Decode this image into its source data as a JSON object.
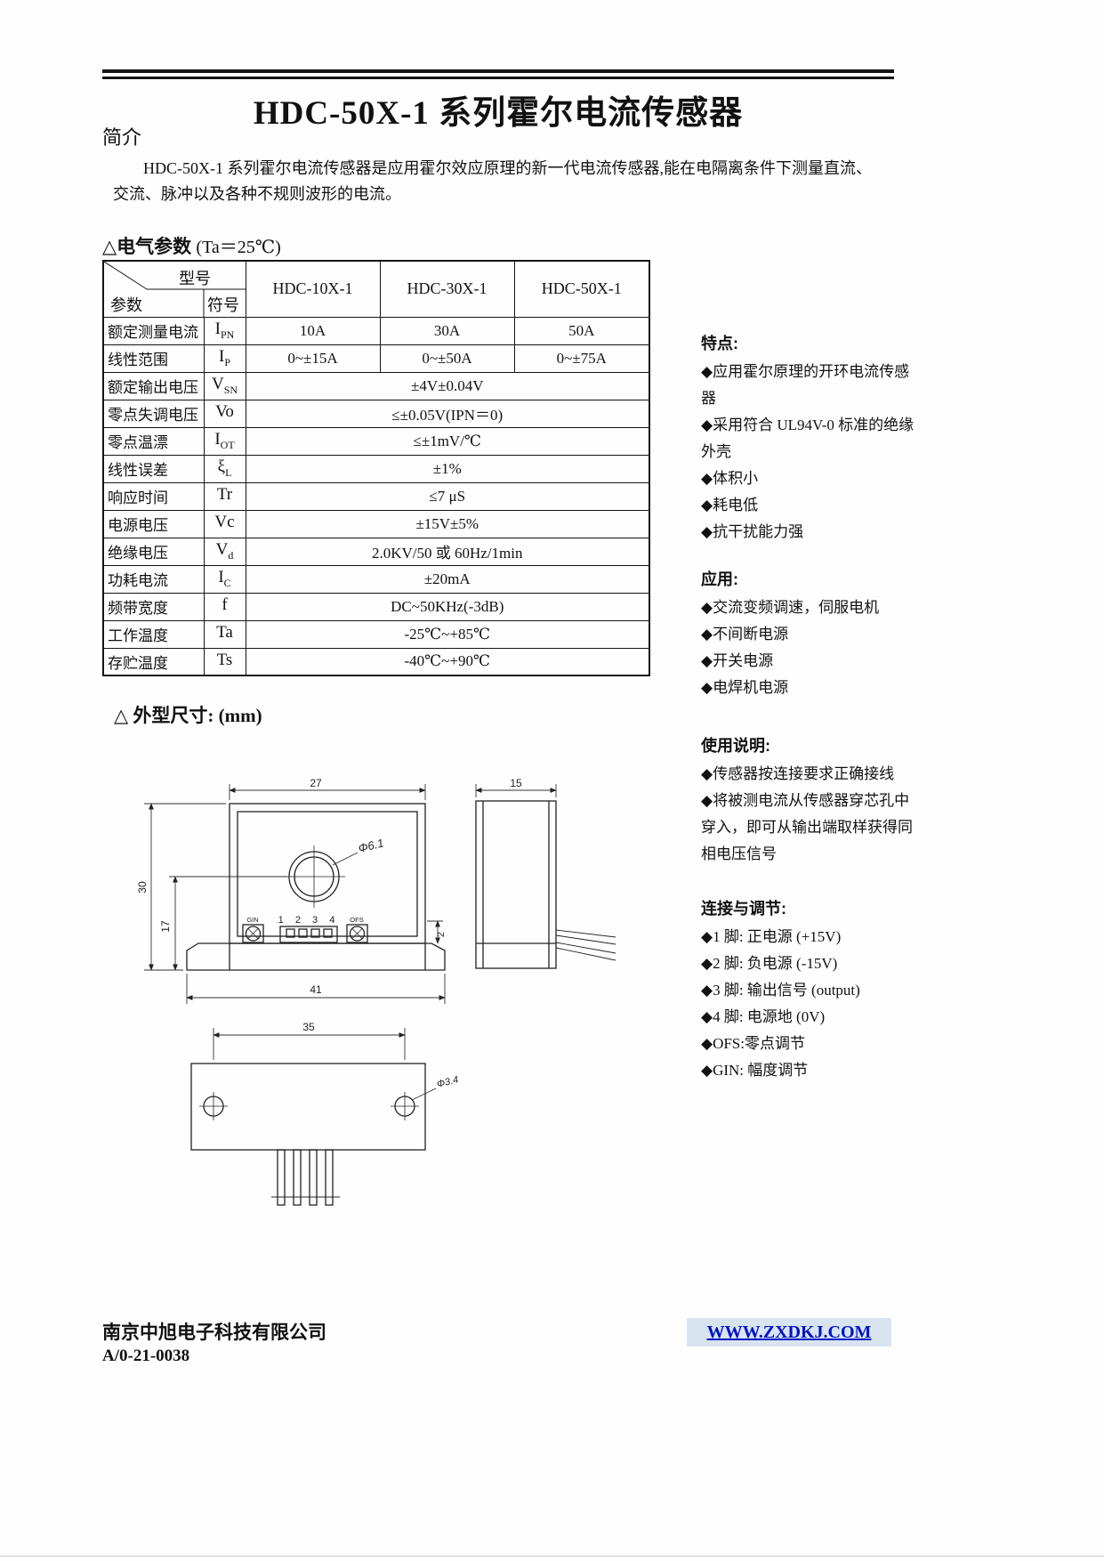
{
  "header": {
    "intro_label": "简介",
    "title": "HDC-50X-1 系列霍尔电流传感器"
  },
  "intro": {
    "text": "HDC-50X-1 系列霍尔电流传感器是应用霍尔效应原理的新一代电流传感器,能在电隔离条件下测量直流、交流、脉冲以及各种不规则波形的电流。"
  },
  "params": {
    "heading": "△电气参数",
    "condition": "(Ta＝25℃)",
    "table": {
      "corner_top": "型号",
      "corner_param": "参数",
      "corner_symbol": "符号",
      "models": [
        "HDC-10X-1",
        "HDC-30X-1",
        "HDC-50X-1"
      ],
      "rows": [
        {
          "param": "额定测量电流",
          "sym": "I",
          "sub": "PN",
          "values": [
            "10A",
            "30A",
            "50A"
          ]
        },
        {
          "param": "线性范围",
          "sym": "I",
          "sub": "P",
          "values": [
            "0~±15A",
            "0~±50A",
            "0~±75A"
          ]
        },
        {
          "param": "额定输出电压",
          "sym": "V",
          "sub": "SN",
          "value": "±4V±0.04V"
        },
        {
          "param": "零点失调电压",
          "sym": "Vo",
          "sub": "",
          "value": "≤±0.05V(IPN＝0)"
        },
        {
          "param": "零点温漂",
          "sym": "I",
          "sub": "OT",
          "value": "≤±1mV/℃"
        },
        {
          "param": "线性误差",
          "sym": "ξ",
          "sub": "L",
          "value": "±1%"
        },
        {
          "param": "响应时间",
          "sym": "Tr",
          "sub": "",
          "value": "≤7 μS"
        },
        {
          "param": "电源电压",
          "sym": "Vc",
          "sub": "",
          "value": "±15V±5%"
        },
        {
          "param": "绝缘电压",
          "sym": "V",
          "sub": "d",
          "value": "2.0KV/50 或 60Hz/1min"
        },
        {
          "param": "功耗电流",
          "sym": "I",
          "sub": "C",
          "value": "±20mA"
        },
        {
          "param": "频带宽度",
          "sym": "f",
          "sub": "",
          "value": "DC~50KHz(-3dB)"
        },
        {
          "param": "工作温度",
          "sym": "Ta",
          "sub": "",
          "value": "-25℃~+85℃"
        },
        {
          "param": "存贮温度",
          "sym": "Ts",
          "sub": "",
          "value": "-40℃~+90℃"
        }
      ]
    }
  },
  "features": {
    "heading": "特点:",
    "items": [
      "◆应用霍尔原理的开环电流传感器",
      "◆采用符合 UL94V-0 标准的绝缘外壳",
      "◆体积小",
      "◆耗电低",
      "◆抗干扰能力强"
    ]
  },
  "applications": {
    "heading": "应用:",
    "items": [
      "◆交流变频调速，伺服电机",
      "◆不间断电源",
      "◆开关电源",
      "◆电焊机电源"
    ]
  },
  "usage": {
    "heading": "使用说明:",
    "items": [
      "◆传感器按连接要求正确接线",
      "◆将被测电流从传感器穿芯孔中穿入，即可从输出端取样获得同相电压信号"
    ]
  },
  "connections": {
    "heading": "连接与调节:",
    "items": [
      "◆1 脚: 正电源 (+15V)",
      "◆2 脚: 负电源 (-15V)",
      "◆3 脚: 输出信号 (output)",
      "◆4 脚: 电源地 (0V)",
      "◆OFS:零点调节",
      "◆GIN: 幅度调节"
    ]
  },
  "dimensions": {
    "heading": "△ 外型尺寸: (mm)",
    "front": {
      "dim_width_top": "27",
      "dim_height": "30",
      "dim_height_inner": "17",
      "dim_offset": "2",
      "dim_width_bottom": "41",
      "hole_label": "Φ6.1",
      "pin_numbers": "1 2 3 4",
      "gin_label": "GIN",
      "ofs_label": "OFS"
    },
    "side": {
      "dim_width": "15"
    },
    "bottom": {
      "dim_hole_spacing": "35",
      "hole_label": "Φ3.4"
    }
  },
  "footer": {
    "company": "南京中旭电子科技有限公司",
    "doc_no": "A/0-21-0038",
    "website": "WWW.ZXDKJ.COM"
  }
}
